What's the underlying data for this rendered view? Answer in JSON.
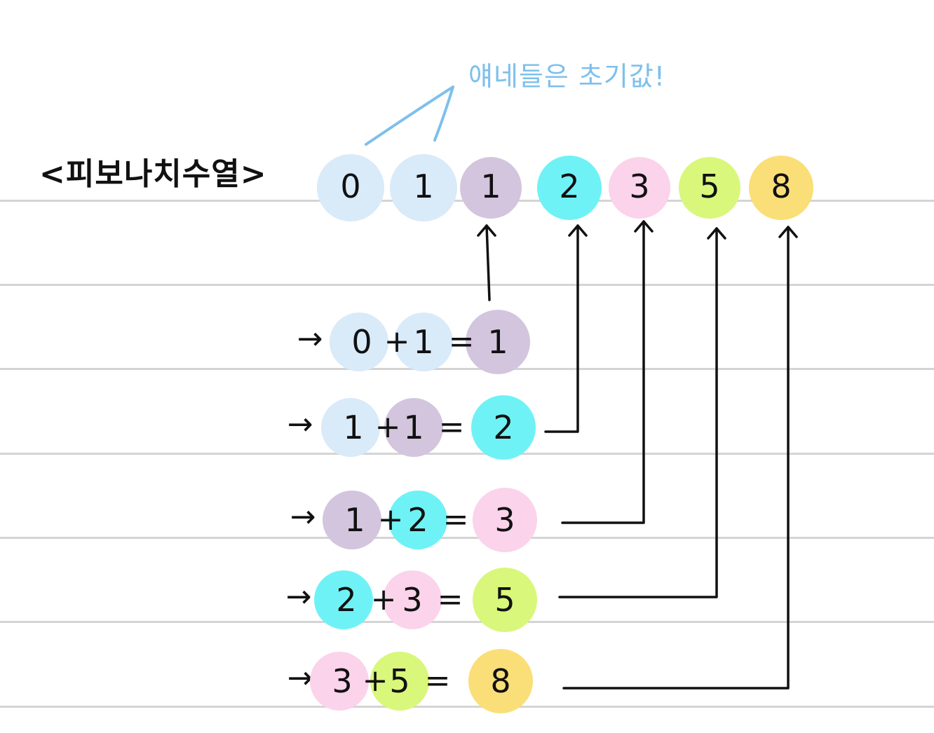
{
  "title": "<피보나치수열>",
  "note": "얘네들은 초기값!",
  "colors": {
    "initial": "#d9eaf9",
    "one": "#d3c5dd",
    "two": "#6ff2f6",
    "three": "#fbd3ea",
    "five": "#d9f77a",
    "eight": "#fadf78",
    "note": "#7ec0ec",
    "rule": "#d4d4d4"
  },
  "sequence": [
    "0",
    "1",
    "1",
    "2",
    "3",
    "5",
    "8"
  ],
  "operators": {
    "plus": "+",
    "equals": "=",
    "arrow": "→"
  },
  "equations": [
    {
      "a": "0",
      "b": "1",
      "result": "1"
    },
    {
      "a": "1",
      "b": "1",
      "result": "2"
    },
    {
      "a": "1",
      "b": "2",
      "result": "3"
    },
    {
      "a": "2",
      "b": "3",
      "result": "5"
    },
    {
      "a": "3",
      "b": "5",
      "result": "8"
    }
  ]
}
